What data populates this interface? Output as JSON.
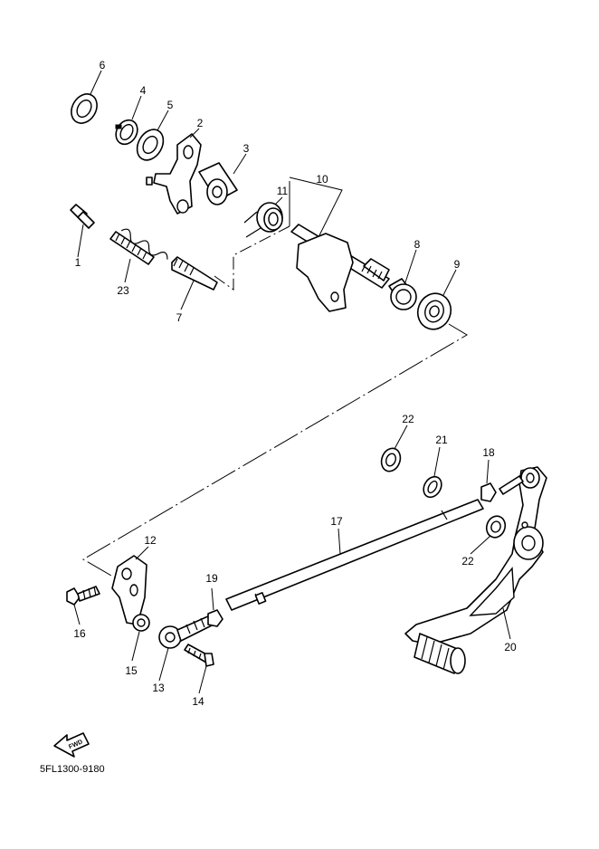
{
  "callouts": {
    "p1": "1",
    "p2": "2",
    "p3": "3",
    "p4": "4",
    "p5": "5",
    "p6": "6",
    "p7": "7",
    "p8": "8",
    "p9": "9",
    "p10": "10",
    "p11": "11",
    "p12": "12",
    "p13": "13",
    "p14": "14",
    "p15": "15",
    "p16": "16",
    "p17": "17",
    "p18": "18",
    "p19": "19",
    "p20": "20",
    "p21": "21",
    "p22a": "22",
    "p22b": "22",
    "p23": "23"
  },
  "fwd_label": "FWD",
  "document_code": "5FL1300-9180"
}
